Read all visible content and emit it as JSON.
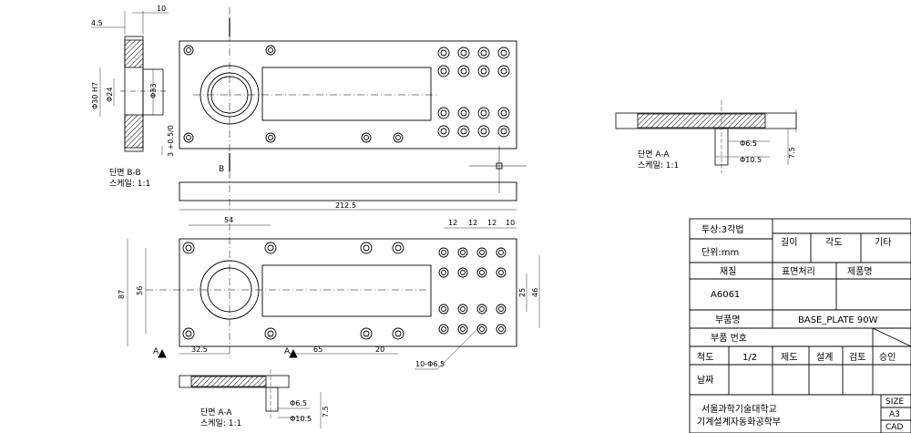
{
  "top_view": {
    "dims": {
      "top_width": "10",
      "left_offset": "4.5",
      "bore": "Φ30 H7",
      "inner": "Φ24",
      "outer": "Φ33",
      "depth": "3 +0.5/0"
    },
    "section_label": "단면 B-B",
    "section_sub": "스케일: 1:1",
    "cut_letter": "B"
  },
  "front_view": {
    "overall_width": "212.5",
    "d54": "54",
    "spacing": [
      "12",
      "12",
      "12",
      "10"
    ],
    "d87": "87",
    "d56": "56",
    "d25": "25",
    "d46": "46",
    "d32_5": "32.5",
    "d65": "65",
    "d20": "20",
    "holes_note": "10-Φ6.5",
    "cut_letter": "A"
  },
  "section_a": {
    "label": "단면 A-A",
    "sub": "스케일: 1:1",
    "phi_small": "Φ6.5",
    "phi_large": "Φ10.5",
    "depth": "7.5"
  },
  "right_section": {
    "label": "단면 A-A",
    "sub": "스케일: 1:1",
    "phi_small": "Φ6.5",
    "phi_large": "Φ10.5",
    "depth": "7.5"
  },
  "title_block": {
    "projection": "투상:3각법",
    "units": "단위:mm",
    "tol_length": "길이",
    "tol_angle": "각도",
    "tol_other": "기타",
    "material_label": "재질",
    "surface_label": "표면처리",
    "product_label": "제품명",
    "material_value": "A6061",
    "part_label": "부품명",
    "part_value": "BASE_PLATE 90W",
    "part_no_label": "부품 번호",
    "scale_label": "척도",
    "scale_value": "1/2",
    "drawn": "제도",
    "designed": "설계",
    "checked": "검토",
    "approved": "승인",
    "date_label": "날짜",
    "school": "서울과학기술대학교",
    "dept": "기계설계자동화공학부",
    "size_label": "SIZE",
    "size_value": "A3",
    "cad": "CAD"
  }
}
